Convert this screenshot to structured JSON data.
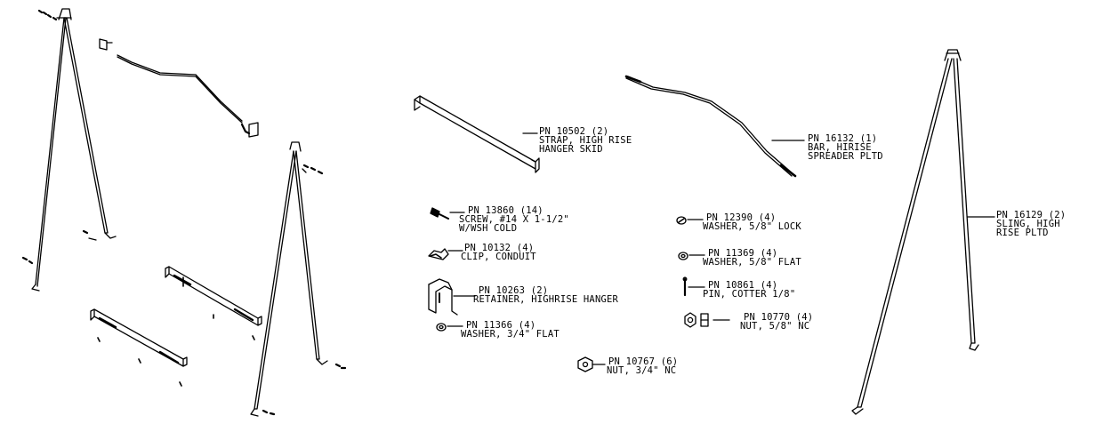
{
  "parts": [
    {
      "id": "strap",
      "pn": "PN 10502 (2)",
      "desc": [
        "STRAP, HIGH RISE",
        "HANGER SKID"
      ]
    },
    {
      "id": "bar",
      "pn": "PN 16132 (1)",
      "desc": [
        "BAR, HIRISE",
        "SPREADER PLTD"
      ]
    },
    {
      "id": "sling",
      "pn": "PN 16129 (2)",
      "desc": [
        "SLING, HIGH",
        "RISE PLTD"
      ]
    },
    {
      "id": "screw",
      "pn": "PN 13860 (14)",
      "desc": [
        "SCREW, #14 X 1-1/2\"",
        "W/WSH COLD"
      ]
    },
    {
      "id": "clip",
      "pn": "PN 10132 (4)",
      "desc": [
        "CLIP, CONDUIT"
      ]
    },
    {
      "id": "retainer",
      "pn": "PN 10263 (2)",
      "desc": [
        "RETAINER, HIGHRISE HANGER"
      ]
    },
    {
      "id": "washer-flat-34",
      "pn": "PN 11366 (4)",
      "desc": [
        "WASHER, 3/4\" FLAT"
      ]
    },
    {
      "id": "nut-34",
      "pn": "PN 10767 (6)",
      "desc": [
        "NUT, 3/4\" NC"
      ]
    },
    {
      "id": "washer-lock",
      "pn": "PN 12390 (4)",
      "desc": [
        "WASHER, 5/8\" LOCK"
      ]
    },
    {
      "id": "washer-flat-58",
      "pn": "PN 11369 (4)",
      "desc": [
        "WASHER, 5/8\" FLAT"
      ]
    },
    {
      "id": "pin",
      "pn": "PN 10861 (4)",
      "desc": [
        "PIN, COTTER 1/8\""
      ]
    },
    {
      "id": "nut-58",
      "pn": "PN 10770 (4)",
      "desc": [
        "NUT, 5/8\" NC"
      ]
    }
  ]
}
